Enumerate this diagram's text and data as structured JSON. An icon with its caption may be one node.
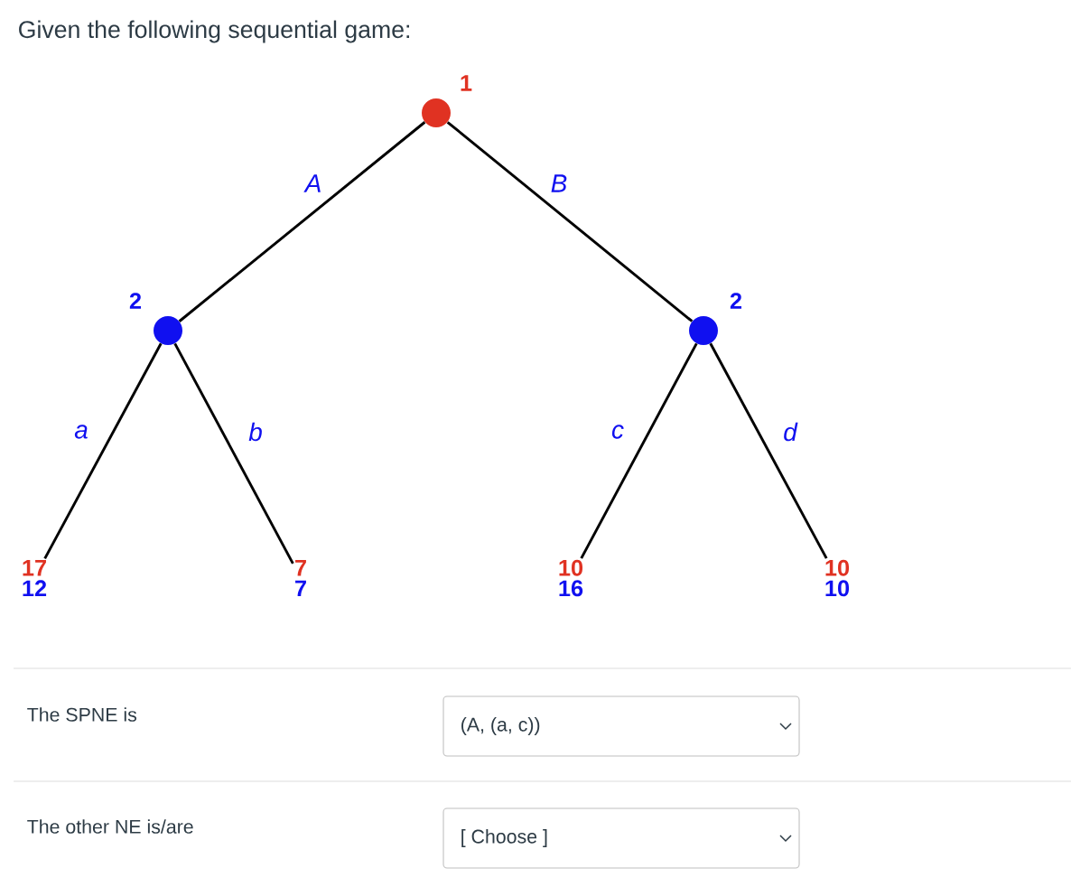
{
  "diagram": {
    "title": "Given the following sequential game:",
    "nodes": [
      {
        "text": [],
        "shape": "circle",
        "beside": [
          "1"
        ]
      },
      {
        "text": [],
        "shape": "circle",
        "beside": [
          "2"
        ]
      },
      {
        "text": [],
        "shape": "circle",
        "beside": [
          "2"
        ]
      },
      {
        "text": [
          "17",
          "12"
        ]
      },
      {
        "text": [
          "7",
          "7"
        ]
      },
      {
        "text": [
          "10",
          "16"
        ]
      },
      {
        "text": [
          "10",
          "10"
        ]
      }
    ],
    "edges": [
      {
        "from": 0,
        "to": 1,
        "arrow": "none",
        "label": "A"
      },
      {
        "from": 0,
        "to": 2,
        "arrow": "none",
        "label": "B"
      },
      {
        "from": 1,
        "to": 3,
        "arrow": "none",
        "label": "a"
      },
      {
        "from": 1,
        "to": 4,
        "arrow": "none",
        "label": "b"
      },
      {
        "from": 2,
        "to": 5,
        "arrow": "none",
        "label": "c"
      },
      {
        "from": 2,
        "to": 6,
        "arrow": "none",
        "label": "d"
      }
    ],
    "labels": [
      "The SPNE is",
      "(A, (a, c))",
      "The other NE is/are",
      "[ Choose ]"
    ]
  }
}
